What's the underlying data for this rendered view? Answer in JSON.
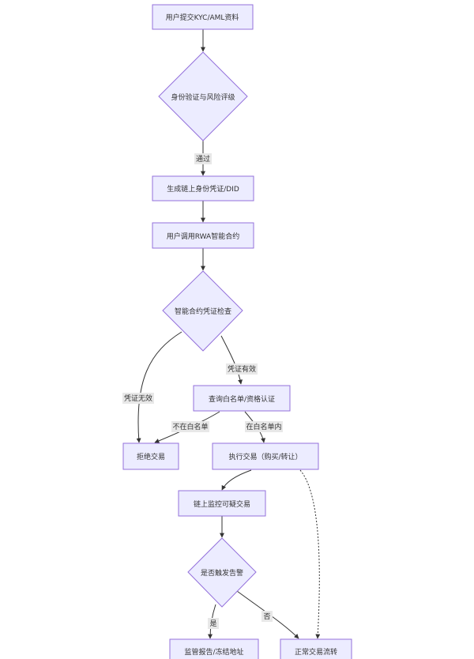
{
  "diagram": {
    "nodes": {
      "submit_kyc": "用户提交KYC/AML资料",
      "verify_risk": "身份验证与风险评级",
      "generate_did": "生成链上身份凭证/DID",
      "call_contract": "用户调用RWA智能合约",
      "contract_check": "智能合约凭证检查",
      "whitelist_query": "查询白名单/资格认证",
      "reject": "拒绝交易",
      "execute": "执行交易（购买/转让）",
      "monitor": "链上监控可疑交易",
      "alert_decision": "是否触发告警",
      "report_freeze": "监管报告/冻结地址",
      "normal_flow": "正常交易流转"
    },
    "edge_labels": {
      "passed": "通过",
      "credential_valid": "凭证有效",
      "credential_invalid": "凭证无效",
      "not_in_whitelist": "不在白名单",
      "in_whitelist": "在白名单内",
      "yes": "是",
      "no": "否"
    }
  }
}
